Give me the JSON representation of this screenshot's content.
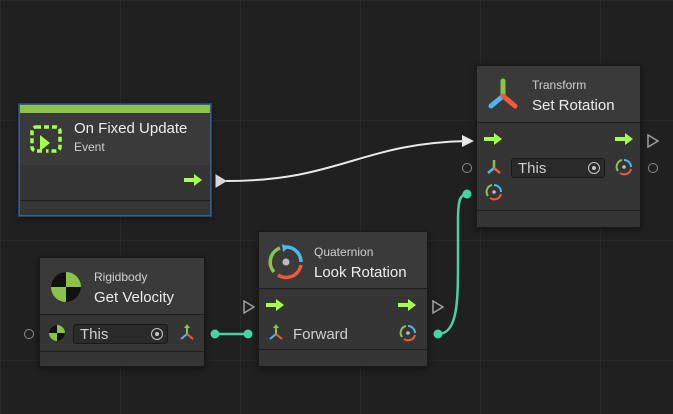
{
  "canvas": {
    "background": "#202020"
  },
  "nodes": {
    "on_fixed_update": {
      "title": "On Fixed Update",
      "subtitle": "Event",
      "icon": "event-loop-icon",
      "accent": "#8ac24a"
    },
    "set_rotation": {
      "kind": "Transform",
      "title": "Set Rotation",
      "icon": "transform-axes-icon",
      "target_value": "This"
    },
    "get_velocity": {
      "kind": "Rigidbody",
      "title": "Get Velocity",
      "icon": "rigidbody-icon",
      "target_value": "This"
    },
    "look_rotation": {
      "kind": "Quaternion",
      "title": "Look Rotation",
      "icon": "quaternion-rotation-icon",
      "input_label": "Forward"
    }
  },
  "colors": {
    "flow": "#a6ff4d",
    "value_wire": "#48d3a6",
    "flow_wire": "#e8e8e8"
  }
}
